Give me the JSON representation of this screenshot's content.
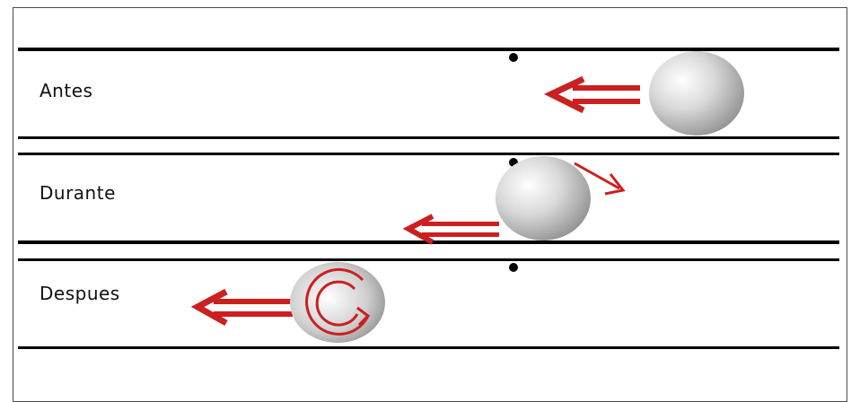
{
  "diagram": {
    "panels": [
      {
        "id": "before",
        "label": "Antes"
      },
      {
        "id": "during",
        "label": "Durante"
      },
      {
        "id": "after",
        "label": "Despues"
      }
    ],
    "colors": {
      "arrow": "#cc1f1f",
      "line": "#000000",
      "ball_light": "#ffffff",
      "ball_dark": "#8c8c8c"
    },
    "icons": {
      "ball": "sphere",
      "motion": "double-arrow-left",
      "spin": "rotation-arrow"
    }
  }
}
